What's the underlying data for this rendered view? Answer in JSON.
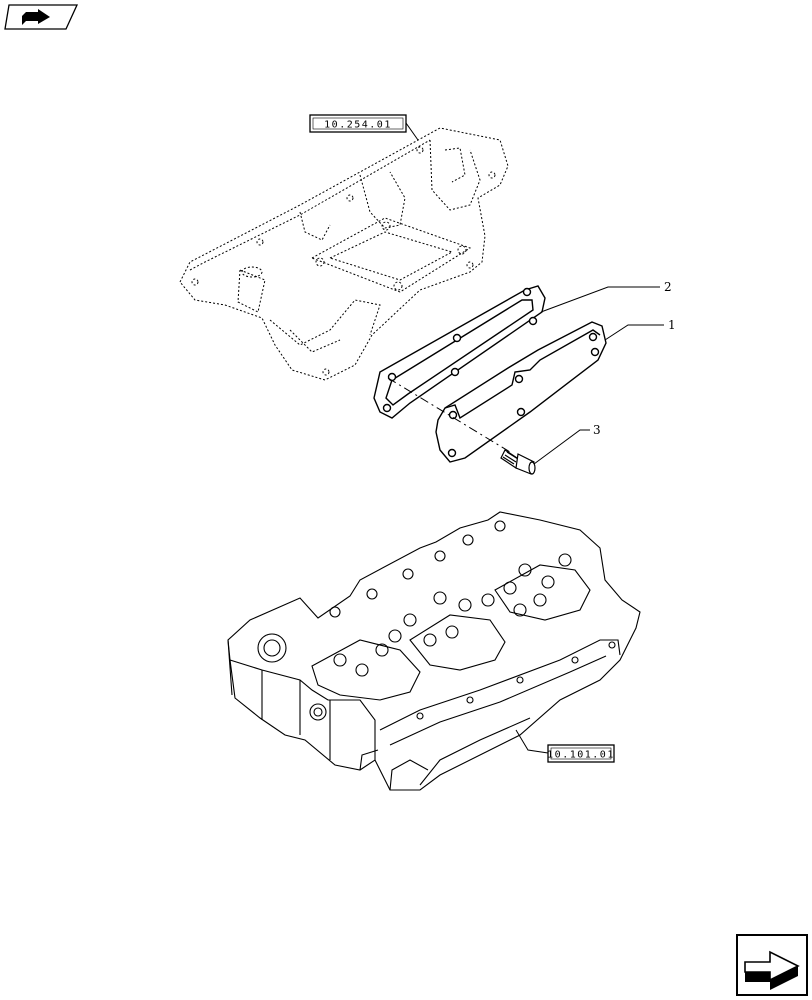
{
  "references": {
    "intake_manifold": "10.254.01",
    "cylinder_head": "10.101.01"
  },
  "item_numbers": {
    "item_1": "1",
    "item_2": "2",
    "item_3": "3"
  },
  "icons": {
    "top_left": "folder-arrow-icon",
    "bottom_right": "next-page-arrow-icon"
  }
}
